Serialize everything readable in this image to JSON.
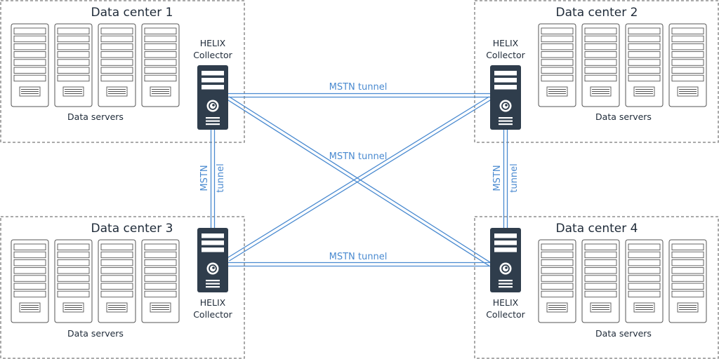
{
  "colors": {
    "tunnel": "#4a8ad0",
    "collector": "#2f3d4c",
    "rack_stroke": "#555555",
    "border": "#555555"
  },
  "data_centers": [
    {
      "title": "Data center 1",
      "servers_label": "Data servers",
      "collector": {
        "line1": "HELIX",
        "line2": "Collector"
      }
    },
    {
      "title": "Data center 2",
      "servers_label": "Data servers",
      "collector": {
        "line1": "HELIX",
        "line2": "Collector"
      }
    },
    {
      "title": "Data center 3",
      "servers_label": "Data servers",
      "collector": {
        "line1": "HELIX",
        "line2": "Collector"
      }
    },
    {
      "title": "Data center 4",
      "servers_label": "Data servers",
      "collector": {
        "line1": "HELIX",
        "line2": "Collector"
      }
    }
  ],
  "tunnels": [
    {
      "label": "MSTN tunnel"
    },
    {
      "label": "MSTN tunnel"
    },
    {
      "label": "MSTN tunnel"
    },
    {
      "label_line1": "MSTN",
      "label_line2": "tunnel"
    },
    {
      "label_line1": "MSTN",
      "label_line2": "tunnel"
    }
  ],
  "icons": {
    "rack": "server-rack-icon",
    "collector": "helix-collector-icon"
  }
}
